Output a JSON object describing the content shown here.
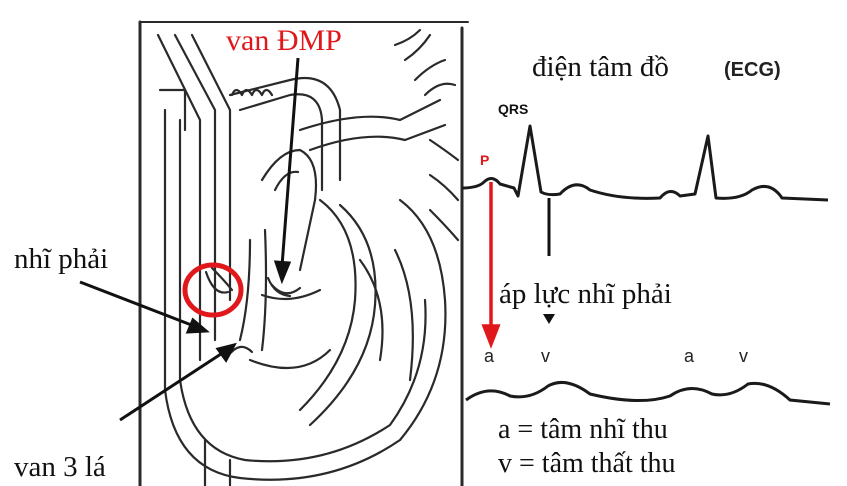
{
  "labels": {
    "pulmonary_valve": "van ĐMP",
    "right_atrium": "nhĩ phải",
    "tricuspid_valve": "van 3 lá",
    "ecg_title": "điện tâm đồ",
    "ecg_abbr": "(ECG)",
    "qrs": "QRS",
    "p_wave": "P",
    "ra_pressure": "áp lực nhĩ phải",
    "wave_a_1": "a",
    "wave_v_1": "v",
    "wave_a_2": "a",
    "wave_v_2": "v",
    "legend_a": "a = tâm nhĩ thu",
    "legend_v": "v = tâm thất thu"
  },
  "colors": {
    "accent_red": "#e0181b",
    "ink": "#1a1a1a"
  }
}
